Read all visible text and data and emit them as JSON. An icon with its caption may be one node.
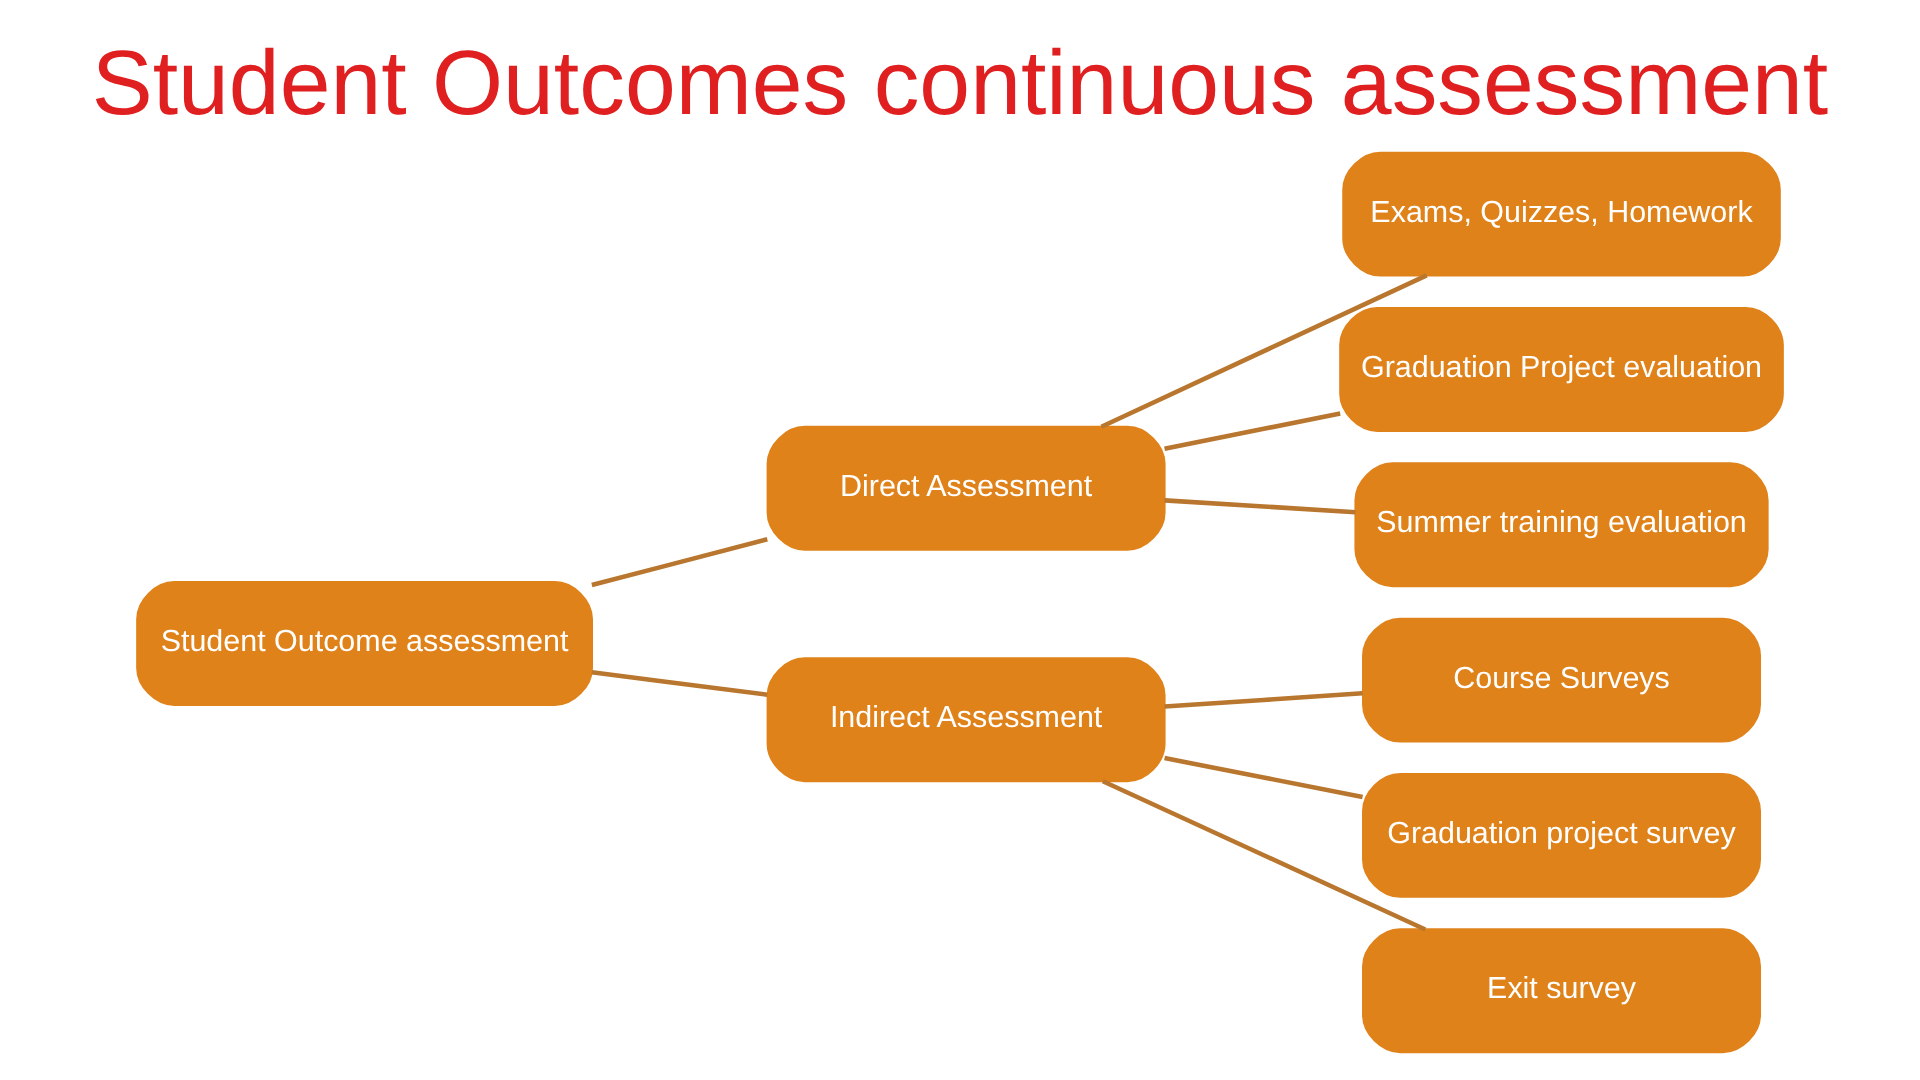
{
  "diagram": {
    "title": "Student Outcomes continuous assessment",
    "nodes": [
      {
        "text": [
          "Student Outcome assessment"
        ]
      },
      {
        "text": [
          "Direct Assessment"
        ]
      },
      {
        "text": [
          "Indirect Assessment"
        ]
      },
      {
        "text": [
          "Exams, Quizzes, Homework"
        ]
      },
      {
        "text": [
          "Graduation Project evaluation"
        ]
      },
      {
        "text": [
          "Summer training evaluation"
        ]
      },
      {
        "text": [
          "Course Surveys"
        ]
      },
      {
        "text": [
          "Graduation project survey"
        ]
      },
      {
        "text": [
          "Exit survey"
        ]
      }
    ],
    "edges": [
      {
        "from": 0,
        "to": 1,
        "arrow": "none"
      },
      {
        "from": 0,
        "to": 2,
        "arrow": "none"
      },
      {
        "from": 1,
        "to": 3,
        "arrow": "none"
      },
      {
        "from": 1,
        "to": 4,
        "arrow": "none"
      },
      {
        "from": 1,
        "to": 5,
        "arrow": "none"
      },
      {
        "from": 2,
        "to": 6,
        "arrow": "none"
      },
      {
        "from": 2,
        "to": 7,
        "arrow": "none"
      },
      {
        "from": 2,
        "to": 8,
        "arrow": "none"
      }
    ]
  }
}
